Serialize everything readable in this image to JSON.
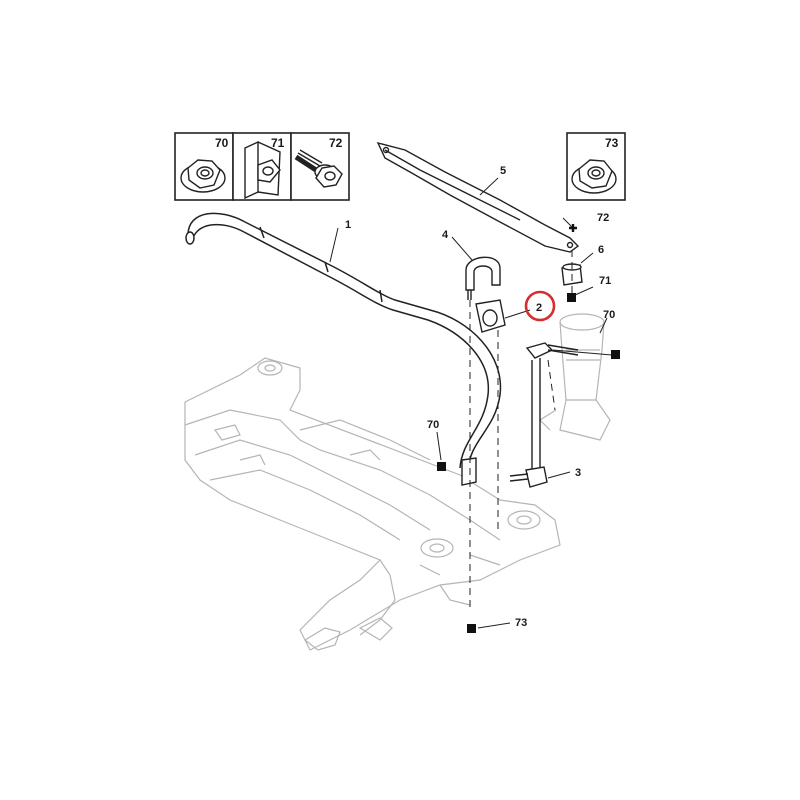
{
  "insets": [
    {
      "id": "70",
      "icon": "flange-nut-icon"
    },
    {
      "id": "71",
      "icon": "cage-nut-clip-icon"
    },
    {
      "id": "72",
      "icon": "flange-bolt-icon"
    },
    {
      "id": "73",
      "icon": "flange-nut-icon"
    }
  ],
  "callouts": {
    "c1": "1",
    "c2": "2",
    "c3": "3",
    "c4": "4",
    "c5": "5",
    "c6": "6",
    "c70_right": "70",
    "c70_left": "70",
    "c71": "71",
    "c72": "72",
    "c73": "73"
  },
  "highlight": {
    "callout": "2",
    "color": "#d32f2f"
  },
  "colors": {
    "line": "#222222",
    "faint": "#b5b5b5",
    "frame": "#5b5b5b"
  }
}
